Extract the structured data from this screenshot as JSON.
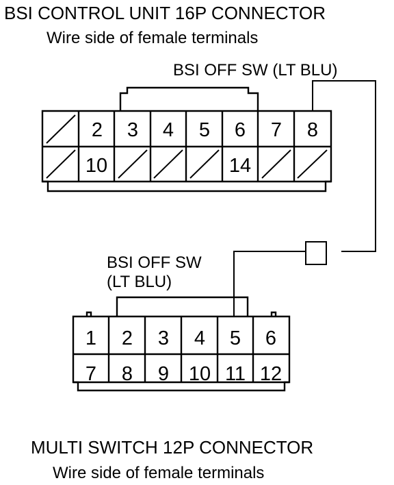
{
  "bsi": {
    "title": "BSI CONTROL UNIT 16P CONNECTOR",
    "subtitle": "Wire side of female terminals",
    "wire_label": "BSI OFF SW (LT BLU)",
    "row1": [
      "",
      "2",
      "3",
      "4",
      "5",
      "6",
      "7",
      "8"
    ],
    "row2": [
      "",
      "10",
      "",
      "",
      "",
      "14",
      "",
      ""
    ]
  },
  "multi": {
    "wire_label_line1": "BSI OFF SW",
    "wire_label_line2": "(LT BLU)",
    "row1": [
      "1",
      "2",
      "3",
      "4",
      "5",
      "6"
    ],
    "row2": [
      "7",
      "8",
      "9",
      "10",
      "11",
      "12"
    ],
    "title": "MULTI SWITCH 12P CONNECTOR",
    "subtitle": "Wire side of female terminals"
  },
  "colors": {
    "line": "#000000",
    "background": "#ffffff"
  }
}
